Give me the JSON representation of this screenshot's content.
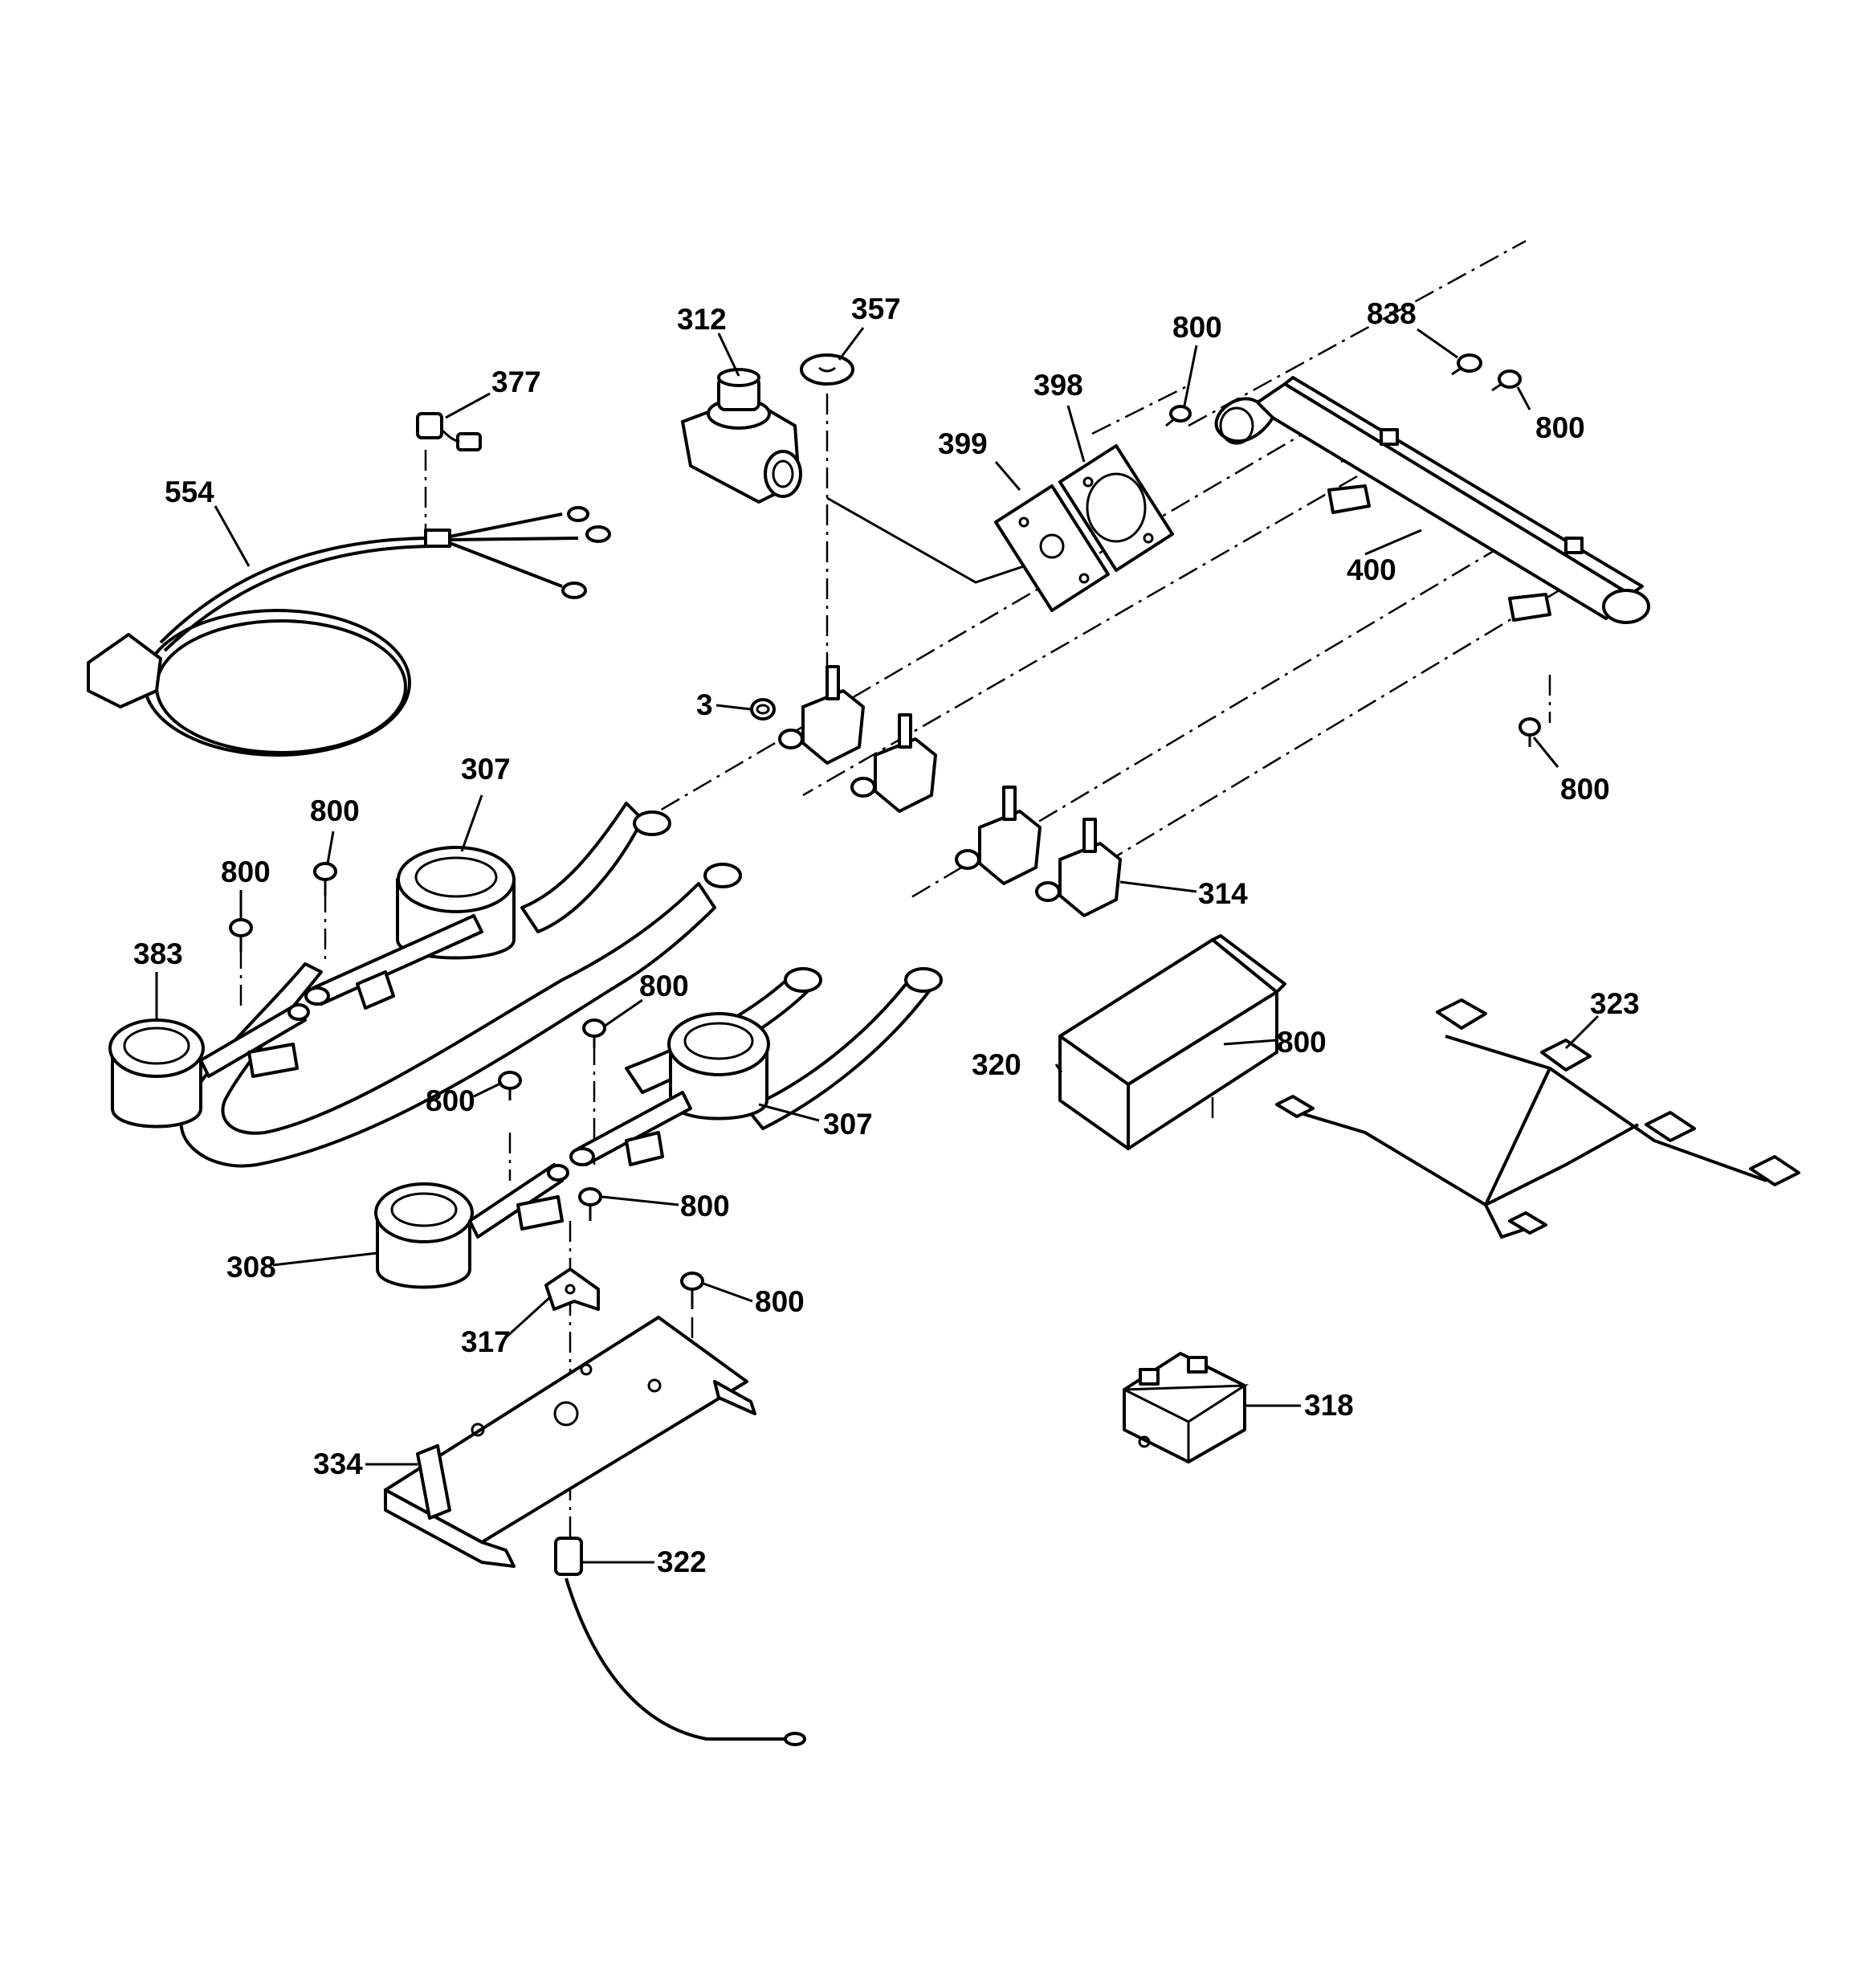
{
  "diagram": {
    "callouts": {
      "c312": "312",
      "c357": "357",
      "c377": "377",
      "c554": "554",
      "c399": "399",
      "c398": "398",
      "c800_top": "800",
      "c838": "838",
      "c800_tr": "800",
      "c400": "400",
      "c3": "3",
      "c800_right": "800",
      "c307_top": "307",
      "c800_a": "800",
      "c800_b": "800",
      "c383": "383",
      "c314": "314",
      "c800_c": "800",
      "c323": "323",
      "c320": "320",
      "c800_box": "800",
      "c800_d": "800",
      "c307_mid": "307",
      "c800_e": "800",
      "c308": "308",
      "c800_f": "800",
      "c317": "317",
      "c318": "318",
      "c334": "334",
      "c322": "322"
    }
  }
}
